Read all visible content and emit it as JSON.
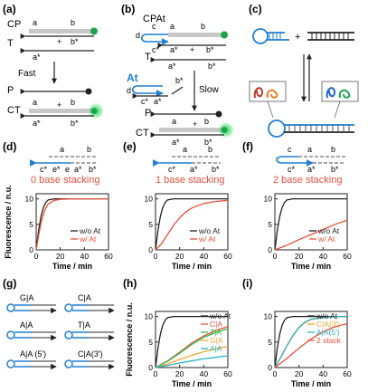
{
  "panels": {
    "a": {
      "label": "(a)",
      "strand_labels": [
        "CP",
        "T",
        "P",
        "CT"
      ],
      "domain_labels": [
        "a",
        "b",
        "a*",
        "b*",
        "a",
        "b",
        "a*",
        "b*"
      ],
      "plus": "+",
      "arrow_text": "Fast"
    },
    "b": {
      "label": "(b)",
      "strand_labels": [
        "CPAt",
        "T",
        "At",
        "P",
        "CT"
      ],
      "domain_labels": [
        "d",
        "c",
        "a",
        "b",
        "c*",
        "a*",
        "b*",
        "d",
        "c*",
        "a*",
        "a",
        "b",
        "a*",
        "b*",
        "b*"
      ],
      "plus": "+",
      "arrow_text": "Slow"
    },
    "c": {
      "label": "(c)",
      "plus": "+"
    },
    "d": {
      "label": "(d)",
      "stack_text": "0 base stacking",
      "domain_labels": [
        "a",
        "b",
        "c*",
        "e*",
        "e",
        "a*",
        "b*"
      ]
    },
    "e": {
      "label": "(e)",
      "stack_text": "1 base stacking",
      "domain_labels": [
        "a",
        "b",
        "c*",
        "a*",
        "b*"
      ]
    },
    "f": {
      "label": "(f)",
      "stack_text": "2 base stacking",
      "domain_labels": [
        "c",
        "a",
        "b",
        "c*",
        "a*",
        "b*"
      ]
    },
    "g": {
      "label": "(g)",
      "junctions": [
        "G|A",
        "C|A",
        "A|A",
        "T|A",
        "A|A (5')",
        "C|A(3')"
      ]
    },
    "h": {
      "label": "(h)"
    },
    "i": {
      "label": "(i)"
    }
  },
  "axes": {
    "ylabel": "Fluorescence / n.u.",
    "xlabel": "Time / min",
    "xticks": [
      "0",
      "20",
      "40",
      "60"
    ],
    "yticks": [
      "0",
      "5",
      "10"
    ]
  },
  "colors": {
    "black": "#222222",
    "red": "#e8503a",
    "blue": "#1f7fd0",
    "orange": "#f2a531",
    "cyan": "#2cb5c7",
    "green": "#2fbe4c"
  },
  "chart_data": [
    {
      "type": "line",
      "panel": "d",
      "xlim": [
        0,
        60
      ],
      "ylim": [
        0,
        11
      ],
      "series": [
        {
          "name": "w/o At",
          "color": "#222222",
          "x": [
            0,
            2,
            4,
            6,
            8,
            10,
            15,
            20,
            30,
            40,
            50,
            60
          ],
          "y": [
            0,
            3.8,
            6.5,
            8.3,
            9.3,
            9.8,
            10,
            10,
            10,
            10,
            10,
            10
          ]
        },
        {
          "name": "w/ At",
          "color": "#e8503a",
          "x": [
            0,
            2,
            4,
            6,
            8,
            10,
            15,
            20,
            30,
            40,
            50,
            60
          ],
          "y": [
            0,
            2.8,
            5.2,
            7.0,
            8.2,
            9.0,
            9.7,
            9.9,
            10,
            10,
            10,
            10
          ]
        }
      ]
    },
    {
      "type": "line",
      "panel": "e",
      "xlim": [
        0,
        60
      ],
      "ylim": [
        0,
        11
      ],
      "series": [
        {
          "name": "w/o At",
          "color": "#222222",
          "x": [
            0,
            2,
            4,
            6,
            8,
            10,
            15,
            20,
            30,
            40,
            50,
            60
          ],
          "y": [
            0,
            3.8,
            6.5,
            8.3,
            9.3,
            9.8,
            10,
            10,
            10,
            10,
            10,
            10
          ]
        },
        {
          "name": "w/ At",
          "color": "#e8503a",
          "x": [
            0,
            5,
            10,
            15,
            20,
            25,
            30,
            40,
            50,
            60
          ],
          "y": [
            0,
            1.2,
            3.0,
            4.8,
            6.3,
            7.4,
            8.2,
            9.1,
            9.5,
            9.7
          ]
        }
      ]
    },
    {
      "type": "line",
      "panel": "f",
      "xlim": [
        0,
        60
      ],
      "ylim": [
        0,
        11
      ],
      "series": [
        {
          "name": "w/o At",
          "color": "#222222",
          "x": [
            0,
            2,
            4,
            6,
            8,
            10,
            15,
            20,
            30,
            40,
            50,
            60
          ],
          "y": [
            0,
            3.8,
            6.5,
            8.3,
            9.3,
            9.8,
            10,
            10,
            10,
            10,
            10,
            10
          ]
        },
        {
          "name": "w/ At",
          "color": "#e8503a",
          "x": [
            0,
            10,
            20,
            30,
            40,
            50,
            60
          ],
          "y": [
            0,
            0.9,
            2.0,
            3.0,
            4.0,
            5.0,
            5.8
          ]
        }
      ]
    },
    {
      "type": "line",
      "panel": "h",
      "xlim": [
        0,
        60
      ],
      "ylim": [
        0,
        11
      ],
      "series": [
        {
          "name": "w/o At",
          "color": "#222222",
          "x": [
            0,
            2,
            4,
            6,
            8,
            10,
            15,
            20,
            30,
            40,
            50,
            60
          ],
          "y": [
            0,
            3.8,
            6.5,
            8.3,
            9.3,
            9.8,
            10,
            10,
            10,
            10,
            10,
            10
          ]
        },
        {
          "name": "C|A",
          "color": "#e8503a",
          "x": [
            0,
            10,
            20,
            30,
            40,
            50,
            60
          ],
          "y": [
            0,
            1.3,
            3.0,
            4.8,
            6.2,
            7.3,
            8.0
          ]
        },
        {
          "name": "T|A",
          "color": "#2fbe4c",
          "x": [
            0,
            10,
            20,
            30,
            40,
            50,
            60
          ],
          "y": [
            0,
            1.2,
            2.8,
            4.5,
            5.9,
            6.9,
            7.6
          ]
        },
        {
          "name": "G|A",
          "color": "#f2a531",
          "x": [
            0,
            10,
            20,
            30,
            40,
            50,
            60
          ],
          "y": [
            0,
            0.7,
            1.6,
            2.4,
            3.1,
            3.7,
            4.1
          ]
        },
        {
          "name": "A|A",
          "color": "#2cb5c7",
          "x": [
            0,
            10,
            20,
            30,
            40,
            50,
            60
          ],
          "y": [
            0,
            0.4,
            0.9,
            1.3,
            1.7,
            2.0,
            2.3
          ]
        }
      ]
    },
    {
      "type": "line",
      "panel": "i",
      "xlim": [
        0,
        60
      ],
      "ylim": [
        0,
        11
      ],
      "series": [
        {
          "name": "w/o At",
          "color": "#222222",
          "x": [
            0,
            2,
            4,
            6,
            8,
            10,
            15,
            20,
            30,
            40,
            50,
            60
          ],
          "y": [
            0,
            3.8,
            6.5,
            8.3,
            9.3,
            9.8,
            10,
            10,
            10,
            10,
            10,
            10
          ]
        },
        {
          "name": "C|A(3')",
          "color": "#f2a531",
          "x": [
            0,
            5,
            10,
            15,
            20,
            25,
            30,
            40,
            50,
            60
          ],
          "y": [
            0,
            2.0,
            4.2,
            6.2,
            7.8,
            8.8,
            9.4,
            9.8,
            10,
            10
          ]
        },
        {
          "name": "A|A(5')",
          "color": "#2cb5c7",
          "x": [
            0,
            5,
            10,
            15,
            20,
            25,
            30,
            40,
            50,
            60
          ],
          "y": [
            0,
            2.1,
            4.3,
            6.3,
            7.9,
            8.9,
            9.5,
            9.8,
            10,
            10
          ]
        },
        {
          "name": "2 stack",
          "color": "#e8503a",
          "x": [
            0,
            10,
            20,
            30,
            40,
            50,
            60
          ],
          "y": [
            0,
            1.8,
            3.8,
            5.6,
            7.0,
            8.0,
            8.6
          ]
        }
      ]
    }
  ]
}
